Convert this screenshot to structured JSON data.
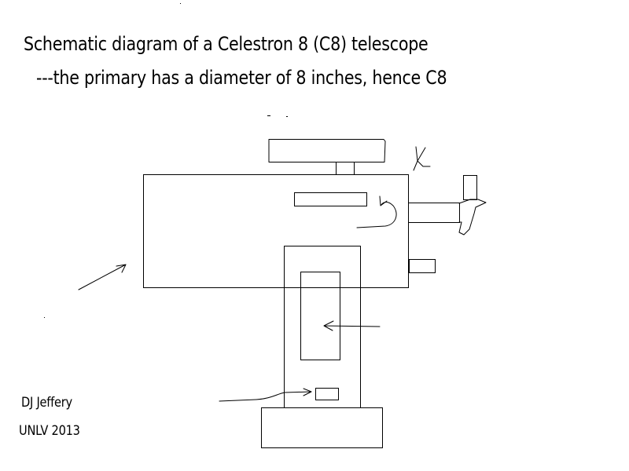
{
  "diagram": {
    "title": "Schematic diagram of a Celestron 8 (C8) telescope",
    "subtitle": "---the primary has a diameter of 8 inches, hence C8",
    "credit_author": "DJ Jeffery",
    "credit_affiliation": "UNLV 2013"
  }
}
